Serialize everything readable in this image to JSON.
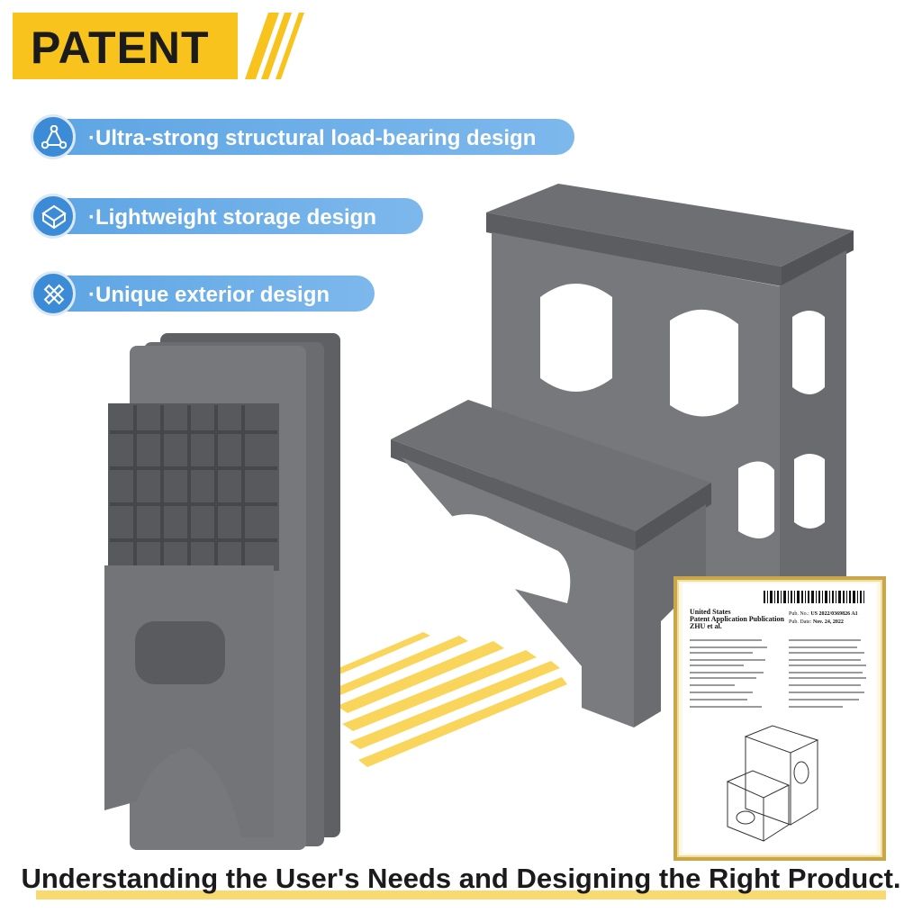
{
  "banner": {
    "title": "PATENT"
  },
  "features": [
    {
      "icon": "triangle-nodes-icon",
      "text": "·Ultra-strong structural load-bearing design"
    },
    {
      "icon": "folding-box-icon",
      "text": "·Lightweight storage design"
    },
    {
      "icon": "ruler-pencil-icon",
      "text": "·Unique exterior design"
    }
  ],
  "certificate": {
    "country": "United States",
    "type": "Patent Application Publication",
    "inventor": "ZHU et al.",
    "pub_no_label": "Pub. No.:",
    "pub_no": "US 2022/0369826 A1",
    "pub_date_label": "Pub. Date:",
    "pub_date": "Nov. 24, 2022"
  },
  "tagline": "Understanding the User's Needs and Designing the Right Product.",
  "colors": {
    "accent_yellow": "#f7c31c",
    "feature_blue": "#3c8bd6",
    "stool_gray": "#6d6e71"
  }
}
